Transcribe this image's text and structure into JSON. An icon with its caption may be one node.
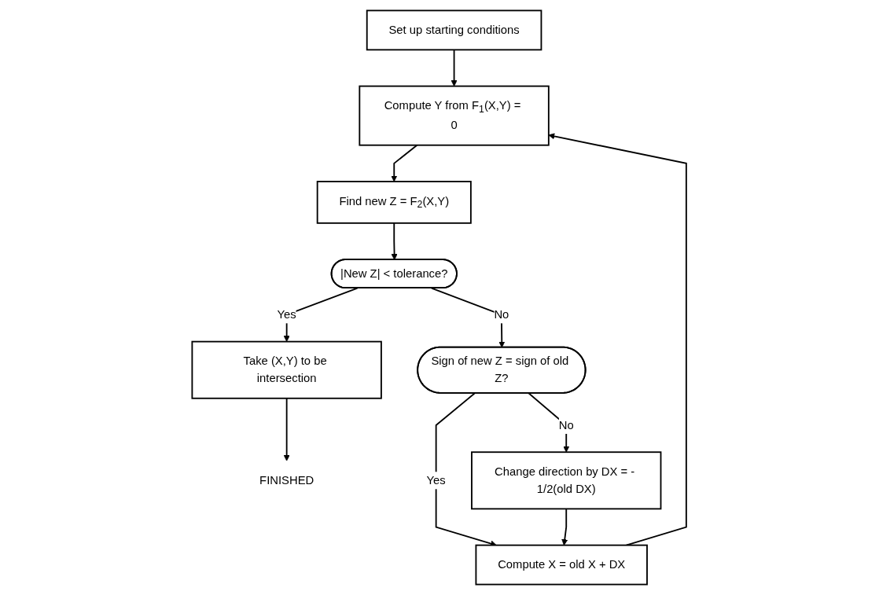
{
  "diagram": {
    "nodes": [
      {
        "text": [
          "Set up starting conditions"
        ]
      },
      {
        "text": [
          "Compute Y from F$_{1}$(X,Y) = 0"
        ]
      },
      {
        "text": [
          "Find new Z = F$_{2}$(X,Y)"
        ]
      },
      {
        "text": [
          "|New Z| < tolerance?"
        ]
      },
      {
        "text": [
          "Take (X,Y) to be intersection"
        ]
      },
      {
        "text": [
          "FINISHED"
        ]
      },
      {
        "text": [
          "Sign of new Z = sign of old Z?"
        ]
      },
      {
        "text": [
          "Change direction by DX = - 1/2(old DX)"
        ]
      },
      {
        "text": [
          "Compute X = old X + DX"
        ]
      }
    ],
    "edges": [
      {
        "from": 0,
        "to": 1,
        "arrow": "to"
      },
      {
        "from": 1,
        "to": 2,
        "arrow": "to"
      },
      {
        "from": 2,
        "to": 3,
        "arrow": "to"
      },
      {
        "from": 3,
        "to": 4,
        "arrow": "to",
        "label": "Yes"
      },
      {
        "from": 3,
        "to": 6,
        "arrow": "to",
        "label": "No"
      },
      {
        "from": 4,
        "to": 5,
        "arrow": "to"
      },
      {
        "from": 6,
        "to": 7,
        "arrow": "to",
        "label": "No"
      },
      {
        "from": 6,
        "to": 8,
        "arrow": "to",
        "label": "Yes"
      },
      {
        "from": 7,
        "to": 8,
        "arrow": "to"
      },
      {
        "from": 8,
        "to": 1,
        "arrow": "to"
      }
    ]
  }
}
